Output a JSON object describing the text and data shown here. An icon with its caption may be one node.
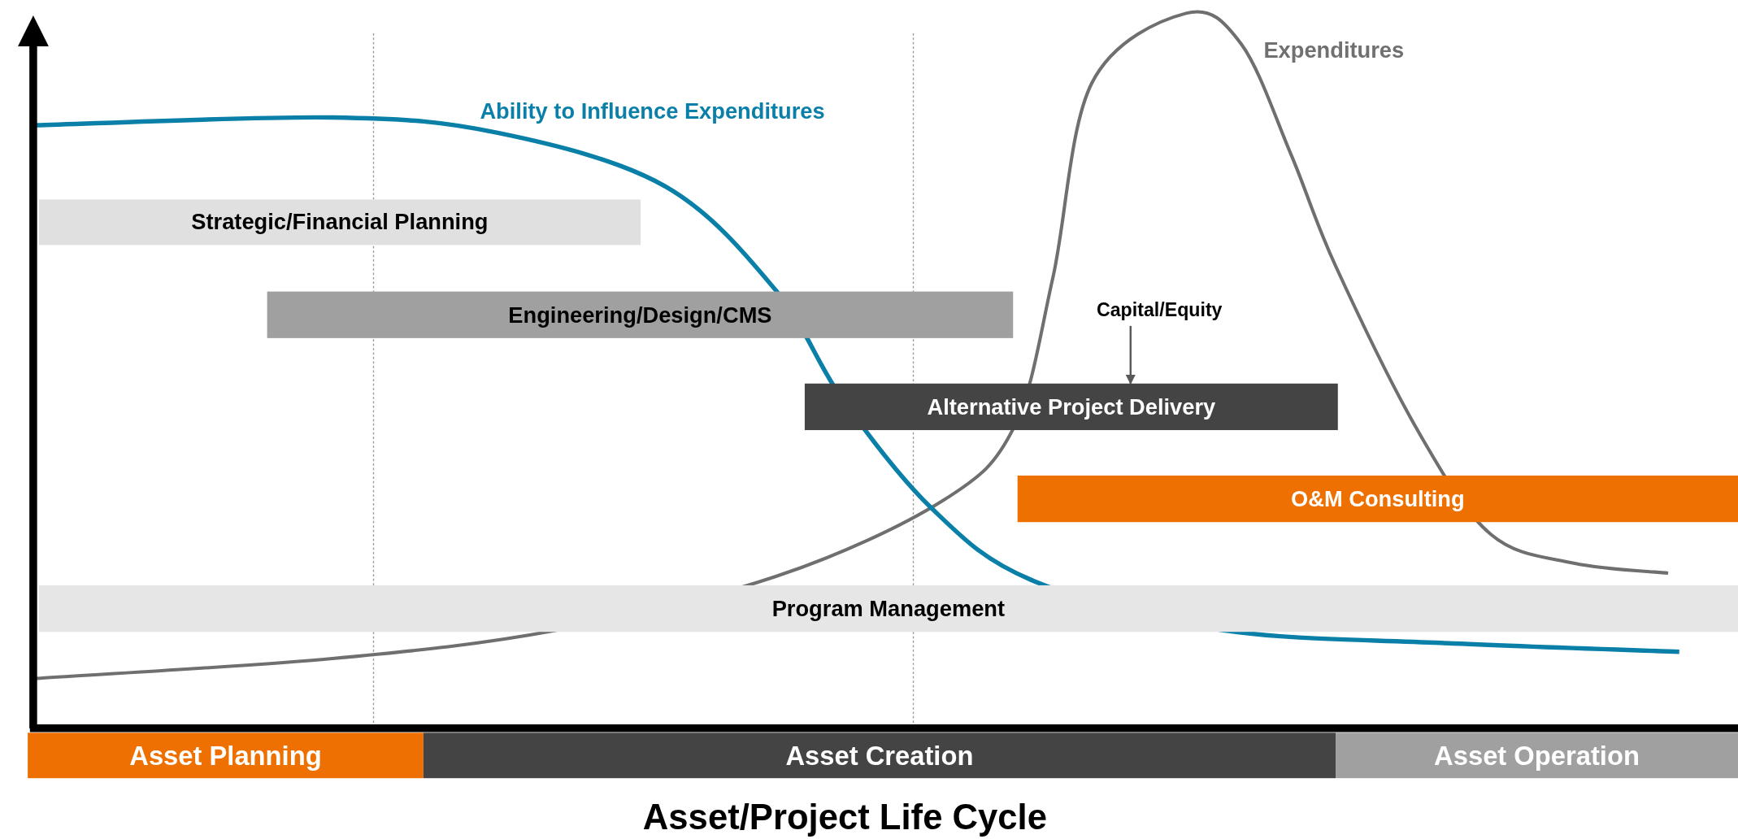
{
  "diagram": {
    "nodes": [
      {
        "text": [
          "Strategic/Financial Planning"
        ]
      },
      {
        "text": [
          "Engineering/Design/CMS"
        ]
      },
      {
        "text": [
          "Capital/Equity"
        ]
      },
      {
        "text": [
          "Alternative Project Delivery"
        ]
      },
      {
        "text": [
          "O&M Consulting"
        ]
      },
      {
        "text": [
          "Program Management"
        ]
      },
      {
        "text": [
          "Asset Planning"
        ]
      },
      {
        "text": [
          "Asset Creation"
        ]
      },
      {
        "text": [
          "Asset Operation"
        ]
      }
    ],
    "edges": [
      {
        "from": 2,
        "to": 3,
        "arrow": "to"
      }
    ],
    "labels": [
      "Expenditures",
      "Ability to Influence Expenditures",
      "Asset/Project Life Cycle"
    ]
  }
}
